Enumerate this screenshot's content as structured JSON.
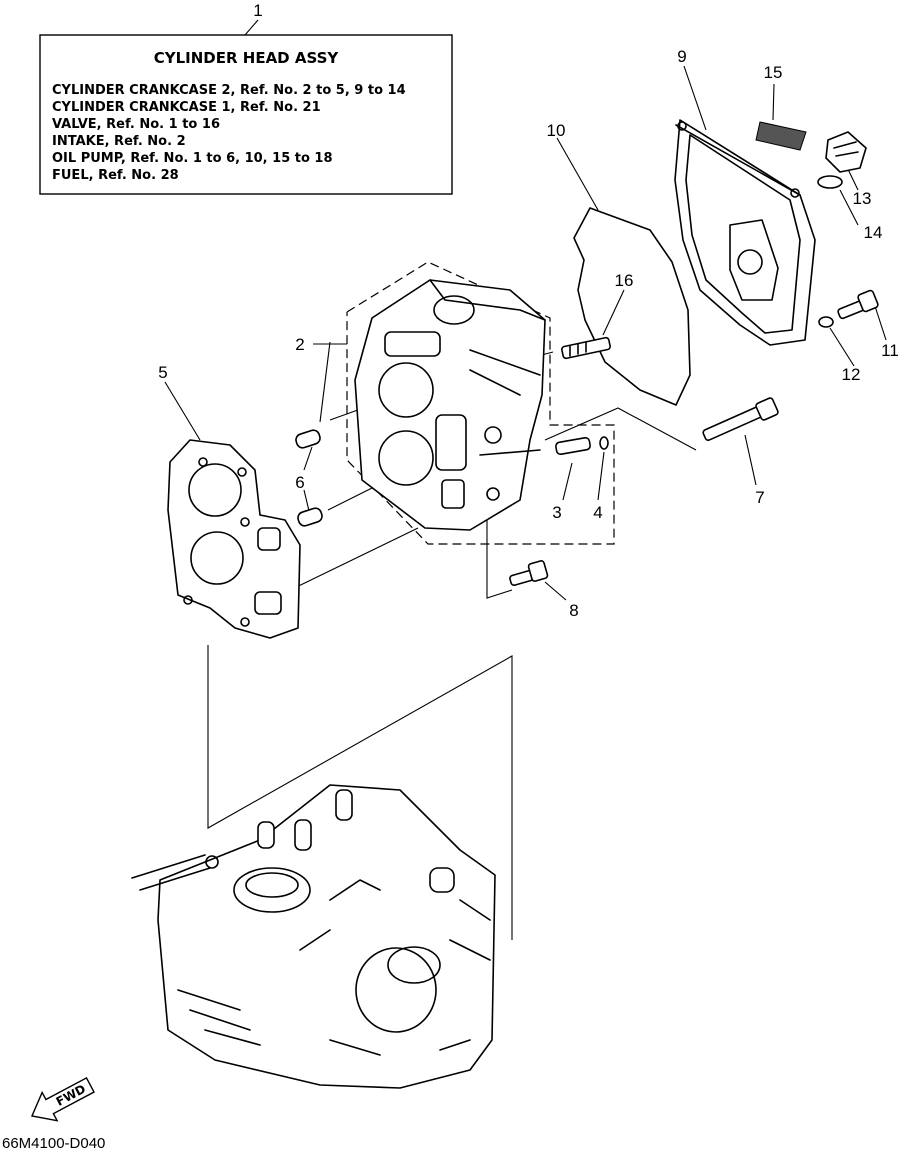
{
  "info_box": {
    "title": "CYLINDER HEAD ASSY",
    "lines": [
      "CYLINDER CRANKCASE 2, Ref. No. 2 to 5, 9 to 14",
      "CYLINDER CRANKCASE 1, Ref. No. 21",
      "VALVE, Ref. No. 1 to 16",
      "INTAKE, Ref. No. 2",
      "OIL PUMP, Ref. No. 1 to 6, 10, 15 to 18",
      "FUEL, Ref. No. 28"
    ]
  },
  "callouts": [
    "1",
    "2",
    "3",
    "4",
    "5",
    "6",
    "7",
    "8",
    "9",
    "10",
    "11",
    "12",
    "13",
    "14",
    "15",
    "16"
  ],
  "fwd_label": "FWD",
  "diagram_code": "66M4100-D040"
}
